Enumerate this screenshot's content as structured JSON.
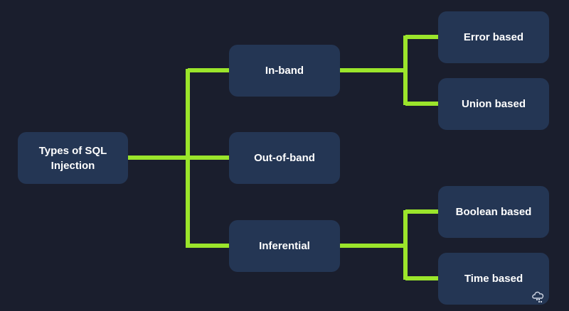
{
  "nodes": {
    "root": "Types of SQL Injection",
    "in_band": "In-band",
    "out_of_band": "Out-of-band",
    "inferential": "Inferential",
    "error_based": "Error based",
    "union_based": "Union based",
    "boolean_based": "Boolean based",
    "time_based": "Time based"
  },
  "colors": {
    "background": "#1a1e2d",
    "node_fill": "#243654",
    "connector": "#9be52b",
    "text": "#ffffff"
  },
  "icons": {
    "watermark": "cloud-logo-icon"
  }
}
